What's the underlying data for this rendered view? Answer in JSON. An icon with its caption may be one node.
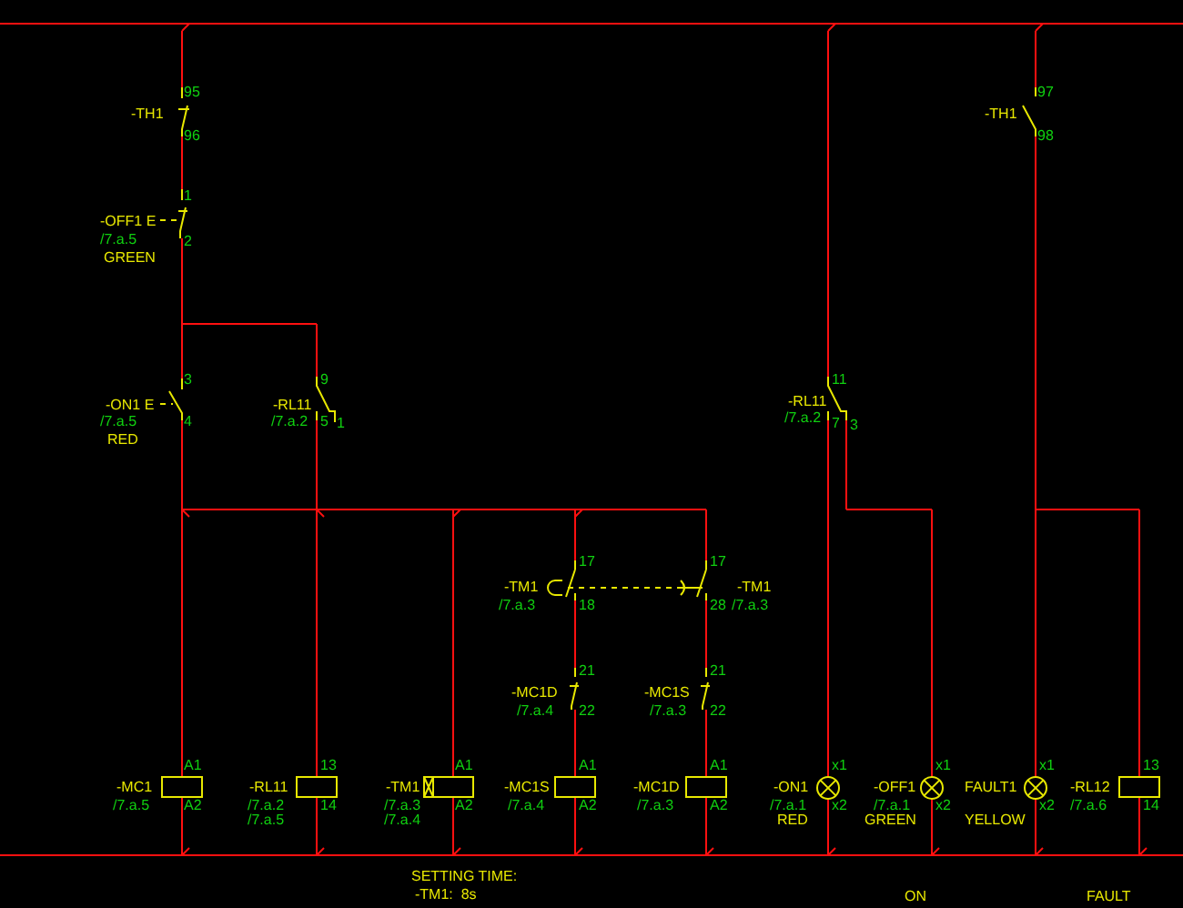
{
  "diagram": {
    "labels": [
      "95",
      "-TH1",
      "96",
      "97",
      "-TH1",
      "98",
      "1",
      "-OFF1 E",
      "/7.a.5",
      "2",
      "GREEN",
      "3",
      "9",
      "11",
      "-ON1 E",
      "-RL11",
      "-RL11",
      "/7.a.5",
      "4",
      "/7.a.2",
      "5",
      "1",
      "/7.a.2",
      "7",
      "3",
      "RED",
      "17",
      "17",
      "-TM1",
      "-TM1",
      "/7.a.3",
      "18",
      "28",
      "/7.a.3",
      "21",
      "21",
      "-MC1D",
      "-MC1S",
      "/7.a.4",
      "22",
      "/7.a.3",
      "22",
      "A1",
      "13",
      "A1",
      "A1",
      "A1",
      "x1",
      "x1",
      "x1",
      "13",
      "-MC1",
      "-RL11",
      "-TM1",
      "-MC1S",
      "-MC1D",
      "-ON1",
      "-OFF1",
      "FAULT1",
      "-RL12",
      "/7.a.5",
      "A2",
      "/7.a.2",
      "14",
      "/7.a.3",
      "A2",
      "/7.a.4",
      "A2",
      "/7.a.3",
      "A2",
      "/7.a.1",
      "x2",
      "/7.a.1",
      "x2",
      "x2",
      "/7.a.6",
      "14",
      "/7.a.5",
      "/7.a.4",
      "RED",
      "GREEN",
      "YELLOW",
      "SETTING TIME:",
      "-TM1:  8s",
      "ON",
      "FAULT"
    ]
  }
}
